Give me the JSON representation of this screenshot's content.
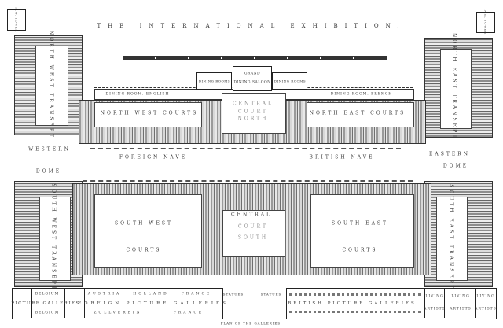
{
  "title": "THE INTERNATIONAL EXHIBITION.",
  "caption": "PLAN OF THE GALLERIES.",
  "towers": {
    "nw": "N.W. TOWER",
    "ne": "N.E. TOWER"
  },
  "north": {
    "dining_room_west": "DINING ROOM. ENGLISH",
    "dining_rooms_left": "DINING ROOMS",
    "grand_saloon_1": "GRAND",
    "grand_saloon_2": "DINING SALOON",
    "dining_rooms_right": "DINING ROOMS",
    "dining_room_east": "DINING ROOM. FRENCH",
    "nw_courts": "NORTH WEST COURTS",
    "ne_courts": "NORTH EAST COURTS",
    "central_north": [
      "CENTRAL",
      "COURT",
      "NORTH"
    ],
    "nw_transept": "NORTH WEST TRANSEPT",
    "ne_transept": "NORTH EAST TRANSEPT"
  },
  "naves": {
    "western_dome": [
      "WESTERN",
      "DOME"
    ],
    "eastern_dome": [
      "EASTERN",
      "DOME"
    ],
    "foreign_nave": "FOREIGN NAVE",
    "british_nave": "BRITISH NAVE"
  },
  "south": {
    "sw_courts": [
      "SOUTH WEST",
      "COURTS"
    ],
    "se_courts": [
      "SOUTH EAST",
      "COURTS"
    ],
    "central_south": [
      "CENTRAL",
      "COURT",
      "SOUTH"
    ],
    "sw_transept": "SOUTH WEST TRANSEPT",
    "se_transept": "SOUTH EAST TRANSEPT"
  },
  "galleries": {
    "belgium_top": "BELGIUM",
    "belgium_bottom": "BELGIUM",
    "picture_galleries_west": "PICTURE GALLERIES",
    "austria": "AUSTRIA",
    "holland": "HOLLAND",
    "france_top": "FRANCE",
    "foreign_picture_galleries": "FOREIGN PICTURE GALLERIES",
    "zollverein": "ZOLLVEREIN",
    "france_bottom": "FRANCE",
    "statues_left": "STATUES",
    "statues_right": "STATUES",
    "british_picture_galleries": "BRITISH PICTURE GALLERIES",
    "living_1": "LIVING",
    "artists_1": "ARTISTS",
    "living_2": "LIVING",
    "artists_2": "ARTISTS",
    "living_3": "LIVING",
    "artists_3": "ARTISTS"
  }
}
